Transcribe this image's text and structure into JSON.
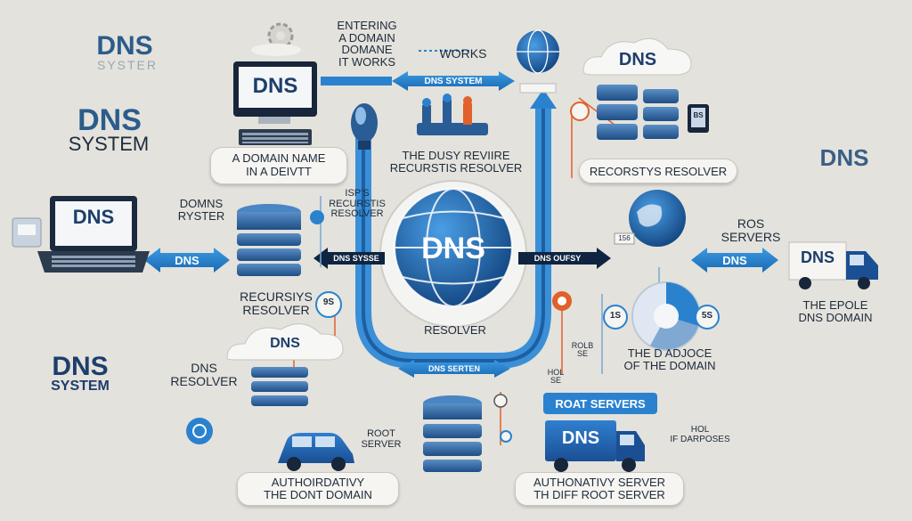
{
  "labels": {
    "title_dns_1": "DNS",
    "title_system_1": "SYSTER",
    "title_dns_2": "DNS",
    "title_system_2": "SYSTEM",
    "title_dns_3": "DNS",
    "title_system_3": "SYSTEM",
    "entering": "ENTERING\nA DOMAIN\nDOMANE\nIT WORKS",
    "works": "WORKS",
    "dns_system_arrow": "DNS SYSTEM",
    "monitor_dns": "DNS",
    "domain_name": "A DOMAIN NAME\nIN A DEIVTT",
    "dusy": "THE DUSY REVIIRE\nRECURSTIS RESOLVER",
    "cloud_top": "DNS",
    "recorsys": "RECORSTYS RESOLVER",
    "dns_right": "DNS",
    "domns": "DOMNS\nRYSTER",
    "isps": "ISP'S\nRECURSTIS\nRESOLVER",
    "laptop_dns": "DNS",
    "dns_left_arrow": "DNS",
    "dns_sysse": "DNS SYSSE",
    "dns_center": "DNS",
    "dns_oufsy": "DNS OUFSY",
    "ros_servers": "ROS\nSERVERS",
    "dns_right_arrow": "DNS",
    "truck_dns_right": "DNS",
    "epole": "THE EPOLE\nDNS DOMAIN",
    "recursive_left": "RECURSIYS\nRESOLVER",
    "resolver_center": "RESOLVER",
    "rolb": "ROLB\nSE",
    "adjoce": "THE D ADJOCE\nOF THE DOMAIN",
    "cloud_bottom": "DNS",
    "dns_resolver": "DNS\nRESOLVER",
    "dns_serten": "DNS SERTEN",
    "hol": "HOL\nSE",
    "roat_servers": "ROAT SERVERS",
    "root_server": "ROOT\nSERVER",
    "truck_dns_bottom": "DNS",
    "hol_darposes": "HOL\nIF DARPOSES",
    "authoritative_left": "AUTHOIRDATIVY\nTHE DONT DOMAIN",
    "authoritative_right": "AUTHONATIVY SERVER\nTH DIFF ROOT SERVER",
    "badge_95": "9S",
    "badge_15": "1S",
    "badge_5": "5S",
    "badge_156": "156",
    "badge_bs": "BS"
  },
  "colors": {
    "background": "#e4e2dc",
    "accent_blue": "#2a82cf",
    "dark_navy": "#0d1b2a",
    "orange": "#e0612b"
  },
  "icons": [
    "gear-icon",
    "globe-icon",
    "monitor-icon",
    "keyboard-icon",
    "server-stack-icon",
    "cloud-icon",
    "laptop-icon",
    "truck-icon",
    "car-icon",
    "printer-icon",
    "switch-icon",
    "chip-icon",
    "pie-chart-icon",
    "location-pin-icon",
    "bulb-icon"
  ]
}
